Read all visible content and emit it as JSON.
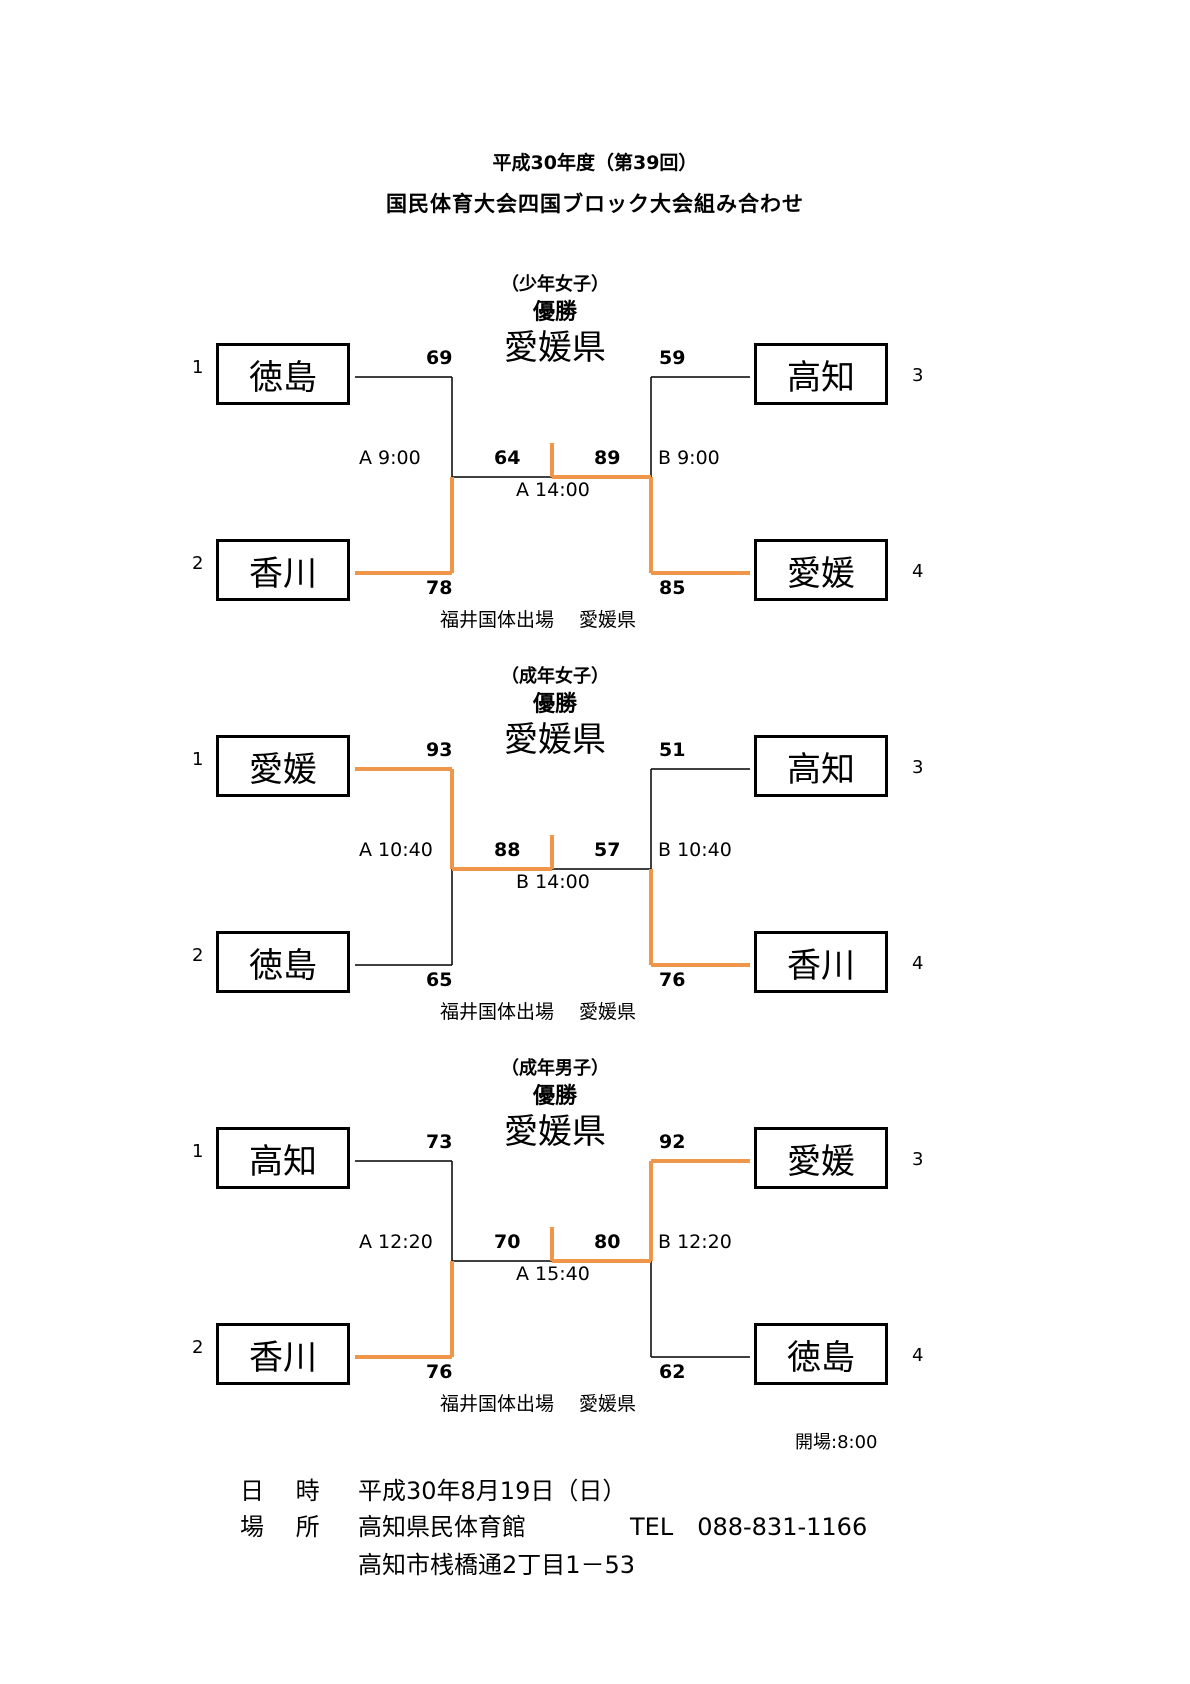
{
  "header": {
    "line1": "平成30年度（第39回）",
    "line2": "国民体育大会四国ブロック大会組み合わせ"
  },
  "colors": {
    "winner_path": "#F0964A",
    "line": "#000000"
  },
  "brackets": [
    {
      "category": "（少年女子）",
      "winner_label": "優勝",
      "winner": "愛媛県",
      "teams": [
        {
          "seed": "1",
          "name": "徳島",
          "score": "69"
        },
        {
          "seed": "2",
          "name": "香川",
          "score": "78"
        },
        {
          "seed": "3",
          "name": "高知",
          "score": "59"
        },
        {
          "seed": "4",
          "name": "愛媛",
          "score": "85"
        }
      ],
      "left_match": "A  9:00",
      "right_match": "B 9:00",
      "final_match": "A  14:00",
      "final_left_score": "64",
      "final_right_score": "89",
      "semi_winners": [
        "bottom",
        "bottom"
      ],
      "final_winner": "right",
      "note": "福井国体出場　 愛媛県"
    },
    {
      "category": "（成年女子）",
      "winner_label": "優勝",
      "winner": "愛媛県",
      "teams": [
        {
          "seed": "1",
          "name": "愛媛",
          "score": "93"
        },
        {
          "seed": "2",
          "name": "徳島",
          "score": "65"
        },
        {
          "seed": "3",
          "name": "高知",
          "score": "51"
        },
        {
          "seed": "4",
          "name": "香川",
          "score": "76"
        }
      ],
      "left_match": "A 10:40",
      "right_match": "B 10:40",
      "final_match": "B 14:00",
      "final_left_score": "88",
      "final_right_score": "57",
      "semi_winners": [
        "top",
        "bottom"
      ],
      "final_winner": "left",
      "note": "福井国体出場　 愛媛県"
    },
    {
      "category": "（成年男子）",
      "winner_label": "優勝",
      "winner": "愛媛県",
      "teams": [
        {
          "seed": "1",
          "name": "高知",
          "score": "73"
        },
        {
          "seed": "2",
          "name": "香川",
          "score": "76"
        },
        {
          "seed": "3",
          "name": "愛媛",
          "score": "92"
        },
        {
          "seed": "4",
          "name": "徳島",
          "score": "62"
        }
      ],
      "left_match": "A 12:20",
      "right_match": "B 12:20",
      "final_match": "A 15:40",
      "final_left_score": "70",
      "final_right_score": "80",
      "semi_winners": [
        "bottom",
        "top"
      ],
      "final_winner": "right",
      "note": "福井国体出場　 愛媛県"
    }
  ],
  "opening": "開場:8:00",
  "footer": {
    "date_label": "日　 時",
    "date_value": "平成30年8月19日（日）",
    "place_label": "場　 所",
    "place_value": "高知県民体育館",
    "tel": "TEL　088-831-1166",
    "address": "高知市桟橋通2丁目1－53"
  }
}
